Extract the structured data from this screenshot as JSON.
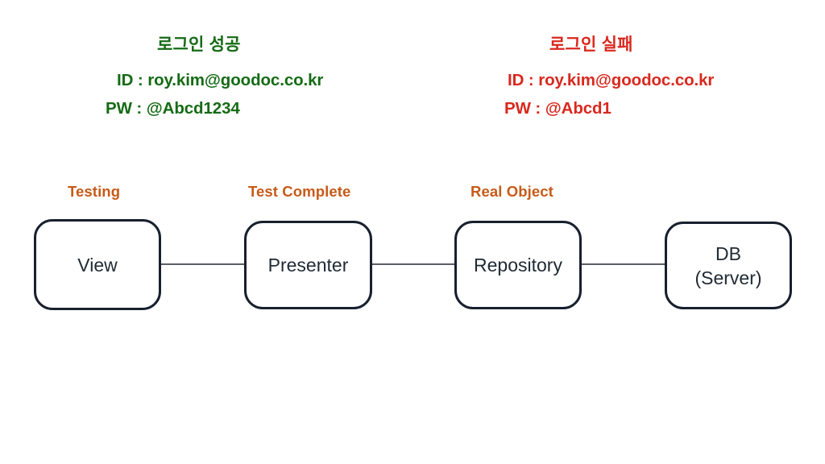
{
  "panels": [
    {
      "id": "success",
      "title": "로그인 성공",
      "id_line": "ID : roy.kim@goodoc.co.kr",
      "pw_line": "PW : @Abcd1234",
      "color": "#156b15"
    },
    {
      "id": "failure",
      "title": "로그인 실패",
      "id_line": "ID :  roy.kim@goodoc.co.kr",
      "pw_line": "PW : @Abcd1",
      "color": "#d9281e"
    }
  ],
  "stage_labels": [
    {
      "text": "Testing",
      "color": "#c85a18"
    },
    {
      "text": "Test Complete",
      "color": "#c85a18"
    },
    {
      "text": "Real Object",
      "color": "#c85a18"
    }
  ],
  "nodes": [
    {
      "name": "view",
      "label": "View",
      "label2": ""
    },
    {
      "name": "presenter",
      "label": "Presenter",
      "label2": ""
    },
    {
      "name": "repository",
      "label": "Repository",
      "label2": ""
    },
    {
      "name": "db",
      "label": "DB",
      "label2": "(Server)"
    }
  ],
  "connectors": [
    {
      "from": "View",
      "to": "Presenter"
    },
    {
      "from": "Presenter",
      "to": "Repository"
    },
    {
      "from": "Repository",
      "to": "DB"
    }
  ],
  "theme": {
    "background": "#ffffff",
    "box_border": "#18202e",
    "box_text": "#202b35",
    "connector": "#5b5f66",
    "success_color": "#156b15",
    "failure_color": "#d9281e",
    "stage_label_color": "#c85a18"
  }
}
